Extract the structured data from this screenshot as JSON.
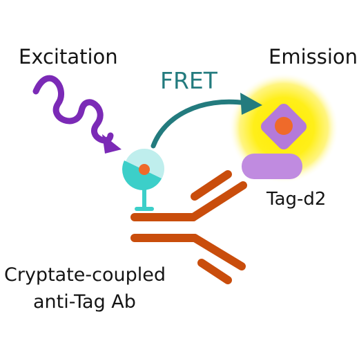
{
  "labels": {
    "excitation": "Excitation",
    "emission": "Emission",
    "fret": "FRET",
    "acceptor": "Tag-d2",
    "donor_line1": "Cryptate-coupled",
    "donor_line2": "anti-Tag Ab"
  },
  "colors": {
    "excitation_wave": "#7b2ab6",
    "fret_arrow": "#237b7e",
    "fret_text": "#237b7e",
    "antibody": "#c94d0c",
    "cryptate_dark": "#3ccfc9",
    "cryptate_light": "#bfeeed",
    "cryptate_core": "#ef6a2a",
    "emission_glow": "#ffe800",
    "acceptor_diamond": "#b47ada",
    "acceptor_pill": "#c08be0",
    "acceptor_core": "#ef6a2a",
    "text": "#141414"
  }
}
